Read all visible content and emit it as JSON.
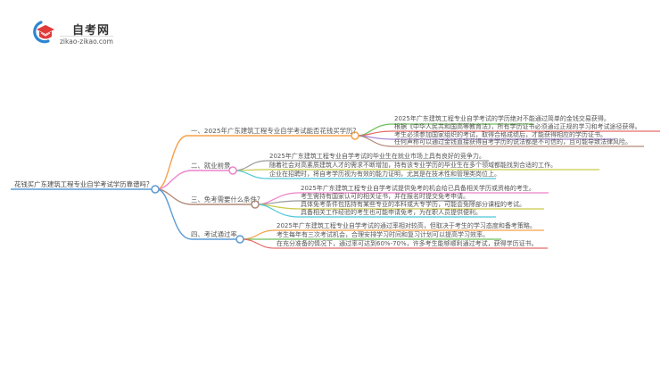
{
  "logo": {
    "title": "自考网",
    "url": "zikao-zikao.com",
    "icon": "graduation-cap-icon",
    "colors": {
      "cap": "#e03a3a",
      "ring": "#2f86d1"
    }
  },
  "mindmap": {
    "root": {
      "label": "花钱买广东建筑工程专业自学考试学历靠谱吗？",
      "color": "#5b9bd5"
    },
    "branches": [
      {
        "label": "一、2025年广东建筑工程专业自学考试能否花钱买学历？",
        "color": "#f5a04a",
        "children": [
          {
            "label": "2025年广东建筑工程专业自学考试的学历绝对不能通过简单的金钱交易获得。",
            "color": "#6cbf5a"
          },
          {
            "label": "根据《中华人民共和国高等教育法》，所有学历证书必须通过正规的学习和考试途径获得。",
            "color": "#e46a6a"
          },
          {
            "label": "考生必须参加国家组织的考试，取得合格成绩后，才能获得相应的学历证书。",
            "color": "#a57fd3"
          },
          {
            "label": "任何声称可以通过金钱直接获得自考学历的说法都是不可信的，且可能导致法律风险。",
            "color": "#b08a78"
          }
        ]
      },
      {
        "label": "二、就业前景",
        "color": "#ee82c8",
        "children": [
          {
            "label": "2025年广东建筑工程专业自学考试的毕业生在就业市场上具有良好的竞争力。",
            "color": "#9a9a9a"
          },
          {
            "label": "随着社会对高素质建筑人才的需求不断增加，持有该专业学历的毕业生在多个领域都能找到合适的工作。",
            "color": "#c9c94a"
          },
          {
            "label": "企业在招聘时，将自考学历视为有效的能力证明，尤其是在技术性和管理类岗位上。",
            "color": "#4cc8d8"
          }
        ]
      },
      {
        "label": "三、免考需要什么条件？",
        "color": "#b08a78",
        "children": [
          {
            "label": "2025年广东建筑工程专业自学考试提供免考的机会给已具备相关学历或资格的考生。",
            "color": "#ee82c8"
          },
          {
            "label": "考生需持有国家认可的相关证书，并在报名时提交免考申请。",
            "color": "#9a9a9a"
          },
          {
            "label": "具体免考条件包括持有某些专业的本科或大专学历，可能会免除部分课程的考试。",
            "color": "#c9c94a"
          },
          {
            "label": "具备相关工作经验的考生也可能申请免考，为在职人员提供便利。",
            "color": "#4cc8d8"
          }
        ]
      },
      {
        "label": "四、考试通过率",
        "color": "#5b9bd5",
        "children": [
          {
            "label": "2025年广东建筑工程专业自学考试的通过率相对较高，但取决于考生的学习态度和备考策略。",
            "color": "#f5a04a"
          },
          {
            "label": "考生每年有三次考试机会，合理安排学习时间和复习计划可以提高学习效率。",
            "color": "#6cbf5a"
          },
          {
            "label": "在充分准备的情况下，通过率可达到60%-70%，许多考生能够顺利通过考试，获得学历证书。",
            "color": "#e46a6a"
          }
        ]
      }
    ]
  }
}
